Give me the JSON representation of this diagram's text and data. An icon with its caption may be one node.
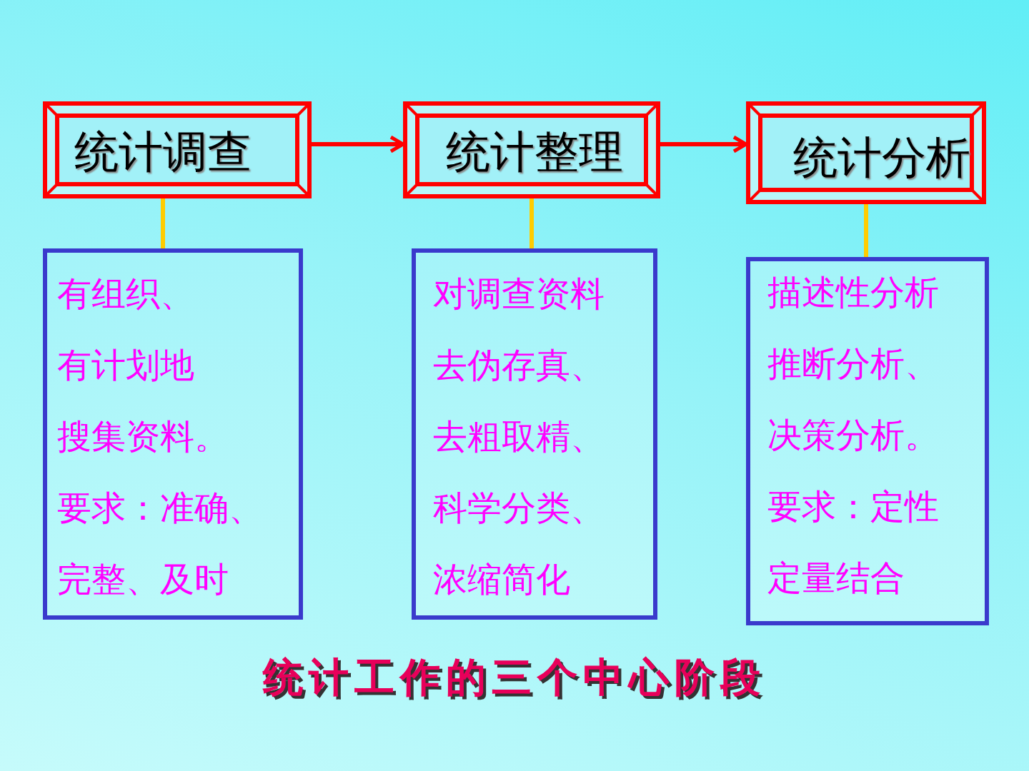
{
  "diagram": {
    "caption": "统计工作的三个中心阶段",
    "nodes": [
      {
        "text": [
          "统计调查"
        ]
      },
      {
        "text": [
          "统计整理"
        ]
      },
      {
        "text": [
          "统计分析"
        ]
      },
      {
        "text": [
          "有组织、",
          "有计划地",
          "搜集资料。",
          "要求：准确、",
          "完整、及时"
        ]
      },
      {
        "text": [
          "对调查资料",
          "去伪存真、",
          "去粗取精、",
          "科学分类、",
          "浓缩简化"
        ]
      },
      {
        "text": [
          "描述性分析",
          "推断分析、",
          "决策分析。",
          "要求：定性",
          "定量结合"
        ]
      }
    ],
    "edges": [
      {
        "from": 0,
        "to": 1,
        "arrow": "to",
        "color": "#ff0000"
      },
      {
        "from": 1,
        "to": 2,
        "arrow": "to",
        "color": "#ff0000"
      },
      {
        "from": 0,
        "to": 3,
        "arrow": "none"
      },
      {
        "from": 1,
        "to": 4,
        "arrow": "none"
      },
      {
        "from": 2,
        "to": 5,
        "arrow": "none"
      }
    ]
  }
}
